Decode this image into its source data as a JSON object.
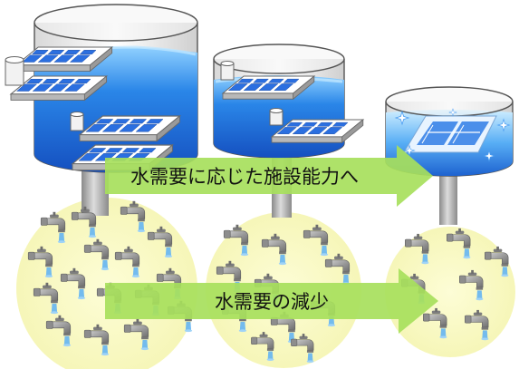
{
  "arrows": {
    "top": {
      "label": "水需要に応じた施設能力へ",
      "color": "#a7e05c"
    },
    "bottom": {
      "label": "水需要の減少",
      "color": "#a7e05c"
    }
  },
  "stages": [
    {
      "id": "large",
      "tank_fill": "#1e6fd9",
      "faucet_count": 16
    },
    {
      "id": "medium",
      "tank_fill": "#1e6fd9",
      "faucet_count": 11
    },
    {
      "id": "small",
      "tank_fill": "#1e6fd9",
      "faucet_count": 7
    }
  ],
  "palette": {
    "demand_circle": "#fbfbc6",
    "pipe": "#a9a9a9",
    "tank_outline": "#555555",
    "faucet_body": "#9a9a9a",
    "water_drop": "#5fb2f0"
  },
  "icons": [
    "faucet-icon",
    "water-treatment-tank-icon",
    "filtration-basin-icon",
    "sparkle-icon",
    "arrow-right-icon"
  ]
}
